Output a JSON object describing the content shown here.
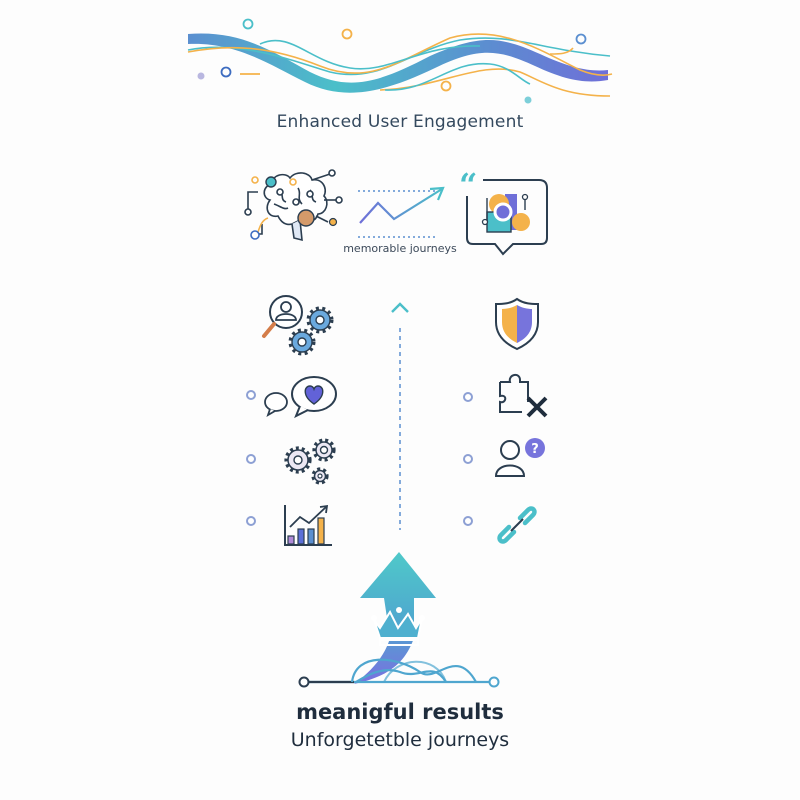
{
  "header": {
    "title": "Enhanced User Engagement"
  },
  "top_row": {
    "left_icon": "brain-network-icon",
    "middle_icon": "trend-up-arrow-icon",
    "middle_caption": "memorable journeys",
    "right_icon": "quote-chat-bubble-icon"
  },
  "center_axis": {
    "arrow_icon": "chevron-up-icon",
    "line_style": "dashed"
  },
  "left_column": {
    "items": [
      {
        "icon": "user-search-gears-icon",
        "has_marker": false
      },
      {
        "icon": "chat-heart-icon",
        "has_marker": true
      },
      {
        "icon": "gears-icon",
        "has_marker": true
      },
      {
        "icon": "bar-chart-growth-icon",
        "has_marker": true
      }
    ]
  },
  "right_column": {
    "items": [
      {
        "icon": "shield-icon",
        "has_marker": false
      },
      {
        "icon": "puzzle-x-icon",
        "has_marker": true
      },
      {
        "icon": "user-question-icon",
        "has_marker": true
      },
      {
        "icon": "link-chain-icon",
        "has_marker": true
      }
    ]
  },
  "footer": {
    "icon": "arrow-crown-icon",
    "title": "meanigful results",
    "subtitle": "Unforgetetble journeys"
  },
  "colors": {
    "teal": "#4bbfc9",
    "blue": "#5b8fd0",
    "purple": "#6f6fd8",
    "orange": "#f4b24a",
    "navy": "#2c3e50",
    "marker": "#8da0d4"
  }
}
